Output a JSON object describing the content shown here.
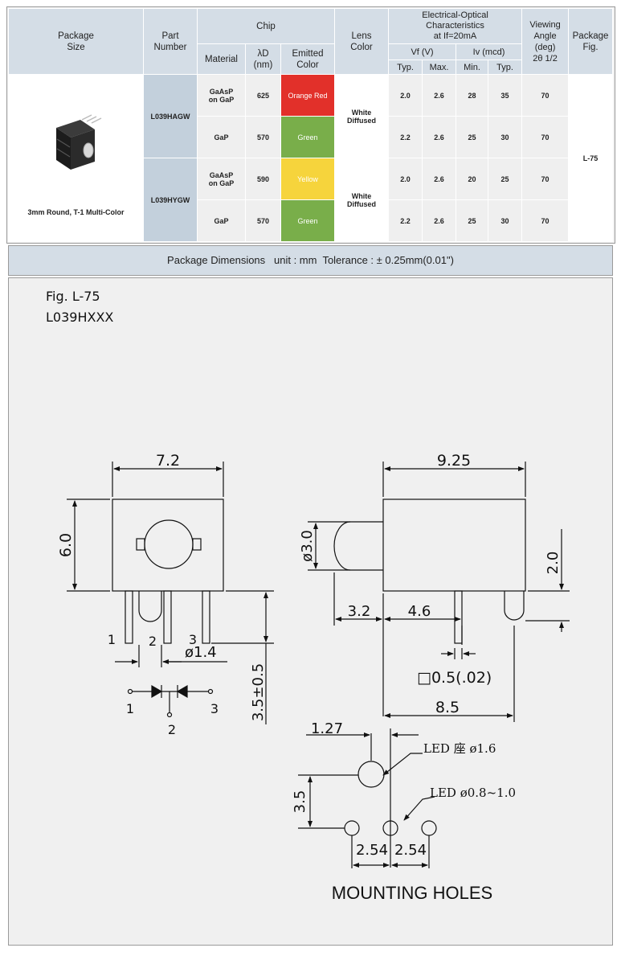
{
  "header": {
    "package_size": [
      "Package",
      "Size"
    ],
    "part_number": [
      "Part",
      "Number"
    ],
    "chip": "Chip",
    "material": "Material",
    "lambda_d": [
      "λD",
      "(nm)"
    ],
    "emitted_color": [
      "Emitted",
      "Color"
    ],
    "lens_color": [
      "Lens",
      "Color"
    ],
    "eo_char": [
      "Electrical-Optical",
      "Characteristics",
      "at If=20mA"
    ],
    "vf": "Vf (V)",
    "iv": "Iv (mcd)",
    "typ": "Typ.",
    "max": "Max.",
    "min": "Min.",
    "typ2": "Typ.",
    "viewing_angle": [
      "Viewing",
      "Angle",
      "(deg)",
      "2θ 1/2"
    ],
    "package_fig": [
      "Package",
      "Fig."
    ]
  },
  "package": {
    "size_label": "3mm Round, T-1 Multi-Color",
    "fig": "L-75"
  },
  "parts": [
    {
      "part_number": "L039HAGW",
      "lens": [
        "White",
        "Diffused"
      ],
      "rows": [
        {
          "material": [
            "GaAsP",
            "on GaP"
          ],
          "wavelength": "625",
          "color": "Orange Red",
          "color_hex": "#e2302a",
          "vf_typ": "2.0",
          "vf_max": "2.6",
          "iv_min": "28",
          "iv_typ": "35",
          "angle": "70"
        },
        {
          "material": [
            "GaP"
          ],
          "wavelength": "570",
          "color": "Green",
          "color_hex": "#79ae4a",
          "vf_typ": "2.2",
          "vf_max": "2.6",
          "iv_min": "25",
          "iv_typ": "30",
          "angle": "70"
        }
      ]
    },
    {
      "part_number": "L039HYGW",
      "lens": [
        "White",
        "Diffused"
      ],
      "rows": [
        {
          "material": [
            "GaAsP",
            "on GaP"
          ],
          "wavelength": "590",
          "color": "Yellow",
          "color_hex": "#f6d43c",
          "vf_typ": "2.0",
          "vf_max": "2.6",
          "iv_min": "20",
          "iv_typ": "25",
          "angle": "70"
        },
        {
          "material": [
            "GaP"
          ],
          "wavelength": "570",
          "color": "Green",
          "color_hex": "#79ae4a",
          "vf_typ": "2.2",
          "vf_max": "2.6",
          "iv_min": "25",
          "iv_typ": "30",
          "angle": "70"
        }
      ]
    }
  ],
  "dimensions_bar": "Package Dimensions   unit : mm  Tolerance : ± 0.25mm(0.01\")",
  "drawing": {
    "fig_label": "Fig. L-75",
    "model": "L039HXXX",
    "dim_width": "7.2",
    "dim_height": "6.0",
    "dim_length": "9.25",
    "dim_lens_dia": "ø3.0",
    "dim_offset": "2.0",
    "dim_3_2": "3.2",
    "dim_4_6": "4.6",
    "dim_lead": "□0.5(.02)",
    "dim_8_5": "8.5",
    "dim_pin_dia": "ø1.4",
    "dim_lead_len": "3.5±0.5",
    "pins": [
      "1",
      "2",
      "3"
    ],
    "schem_pins": [
      "1",
      "2",
      "3"
    ],
    "dim_1_27": "1.27",
    "dim_3_5": "3.5",
    "pitch_a": "2.54",
    "pitch_b": "2.54",
    "led_seat": "LED 座  ø1.6",
    "led_hole": "LED ø0.8~1.0",
    "mounting_title": "MOUNTING HOLES"
  }
}
